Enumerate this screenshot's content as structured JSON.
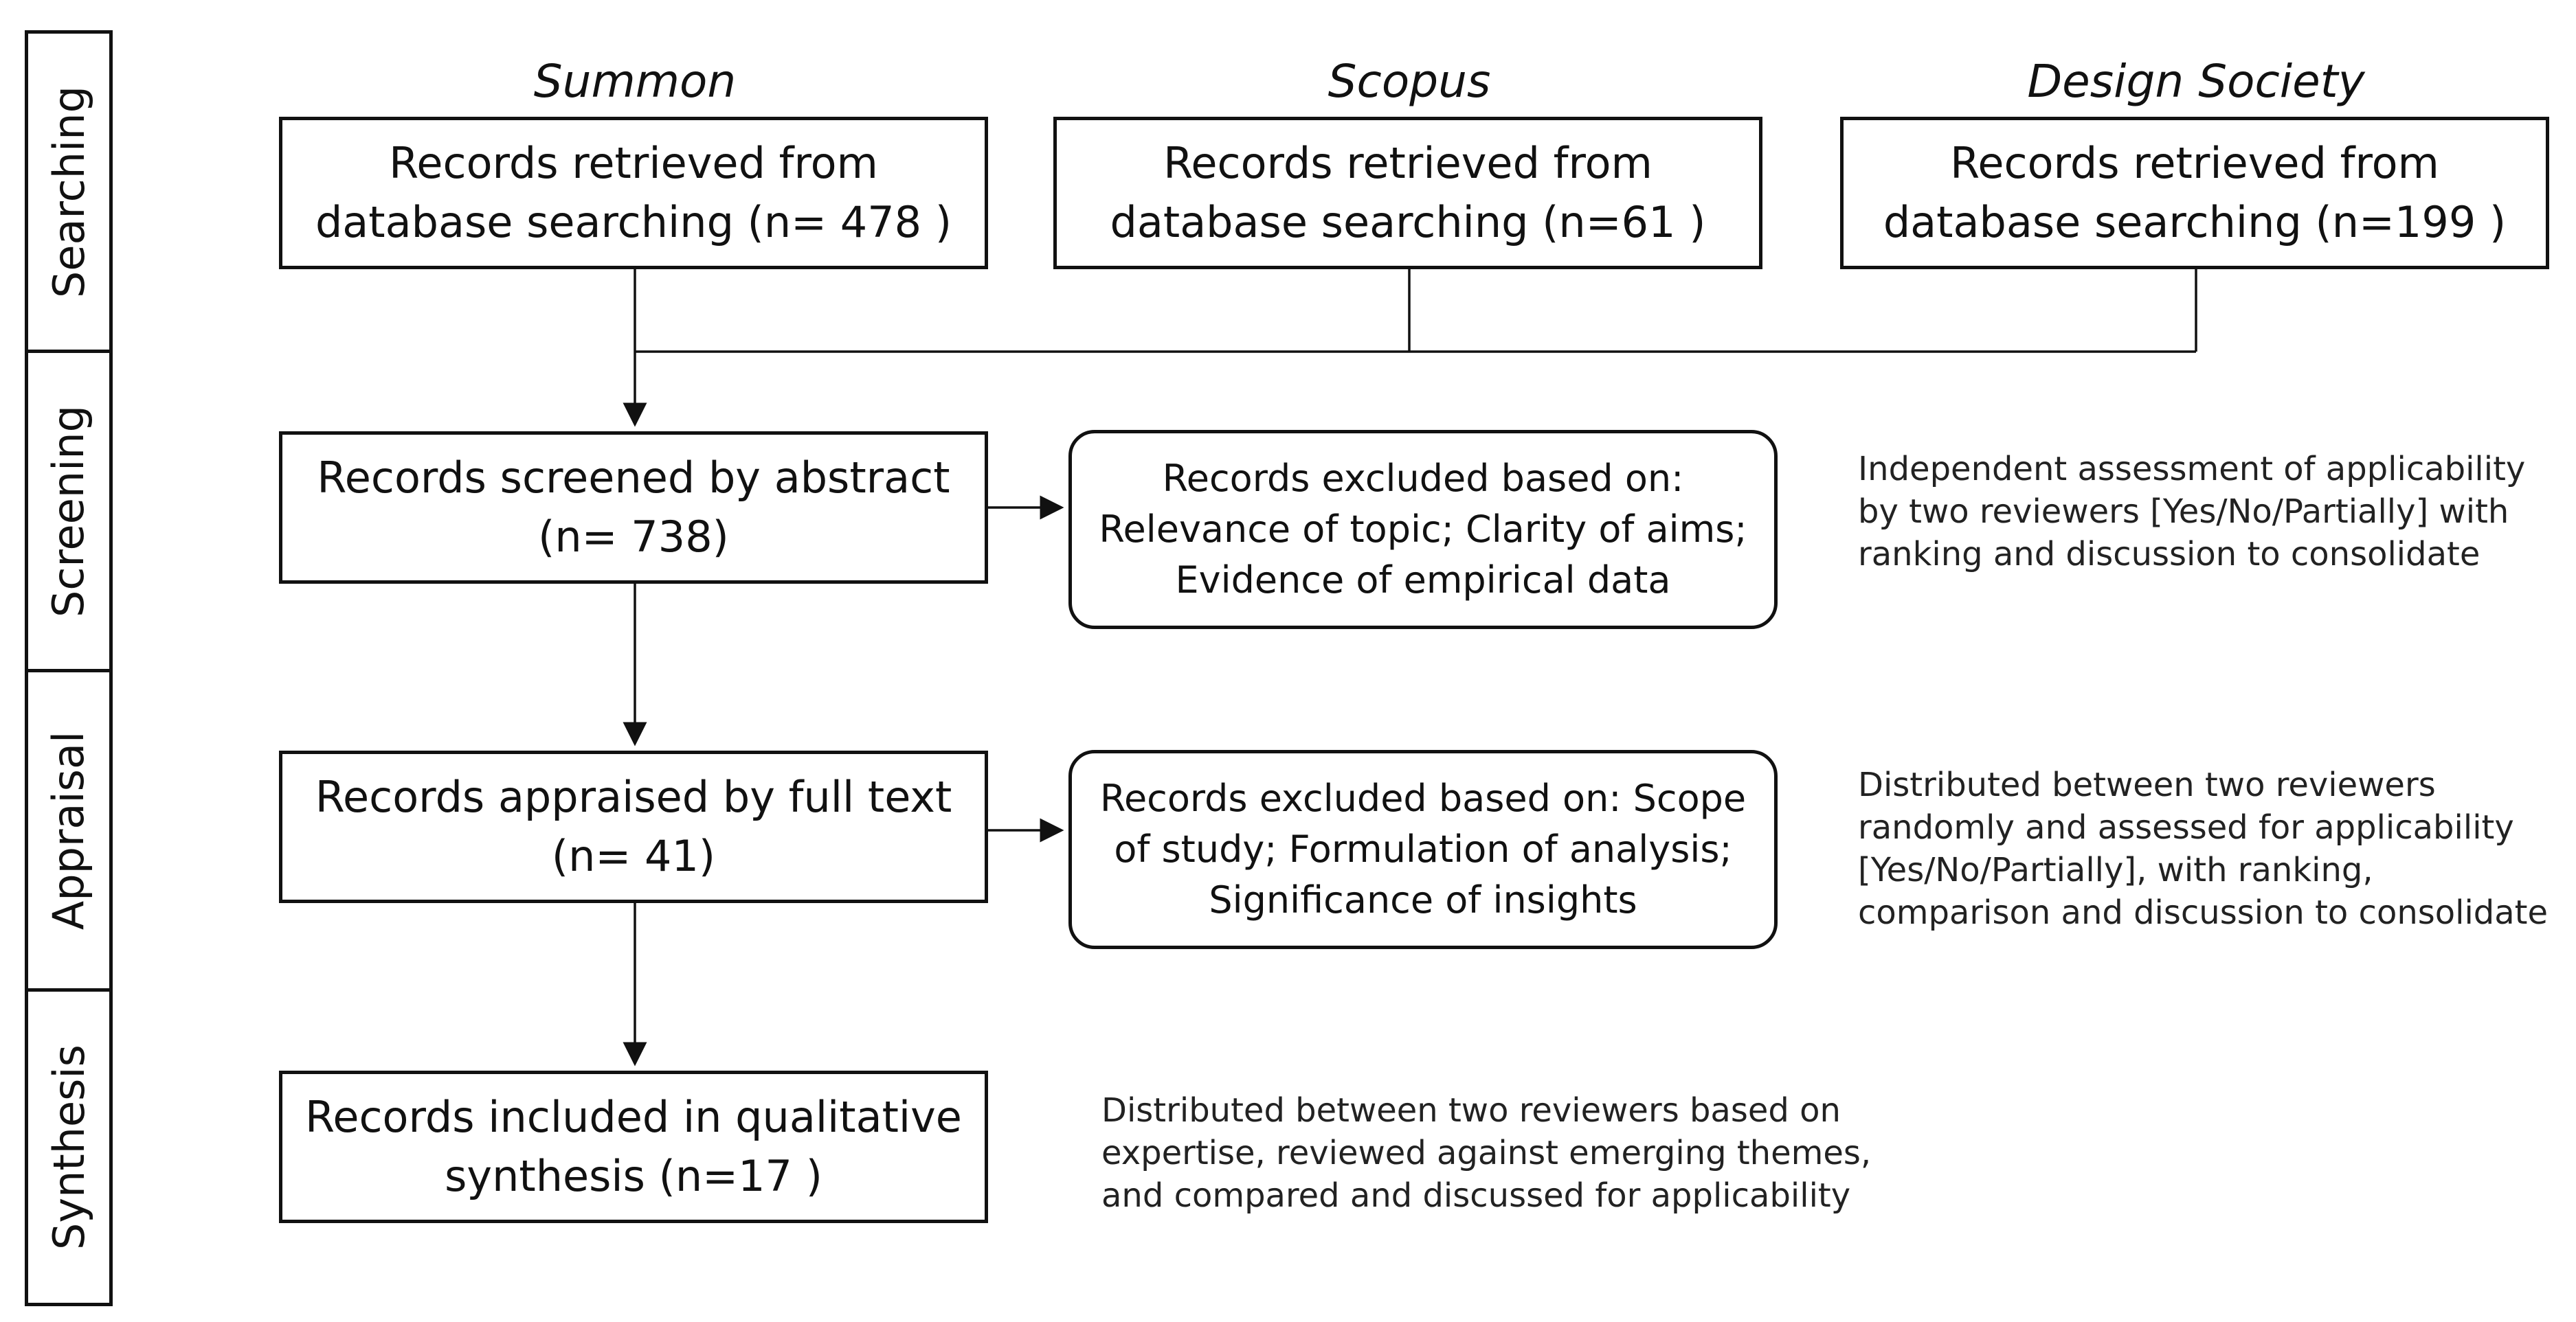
{
  "stages": [
    "Searching",
    "Screening",
    "Appraisal",
    "Synthesis"
  ],
  "databases": [
    {
      "name": "Summon",
      "box": "Records retrieved from\ndatabase searching (n= 478 )"
    },
    {
      "name": "Scopus",
      "box": "Records retrieved from\ndatabase searching (n=61 )"
    },
    {
      "name": "Design Society",
      "box": "Records retrieved from\ndatabase searching (n=199 )"
    }
  ],
  "flow": {
    "screened": "Records screened by abstract\n(n= 738)",
    "appraised": "Records appraised by full text\n(n= 41)",
    "included": "Records included in qualitative\nsynthesis (n=17 )"
  },
  "exclusions": {
    "screening": "Records excluded based on:\nRelevance of topic; Clarity of aims;\nEvidence of empirical data",
    "appraisal": "Records excluded based on: Scope\nof study; Formulation of analysis;\nSignificance of insights"
  },
  "notes": {
    "screening": "Independent assessment of applicability\nby two reviewers [Yes/No/Partially] with\nranking and discussion to consolidate",
    "appraisal": "Distributed between two reviewers\nrandomly and assessed for applicability\n[Yes/No/Partially], with ranking,\ncomparison and discussion to consolidate",
    "synthesis": "Distributed between two reviewers based on\nexpertise, reviewed against emerging themes,\nand compared and discussed for applicability"
  }
}
